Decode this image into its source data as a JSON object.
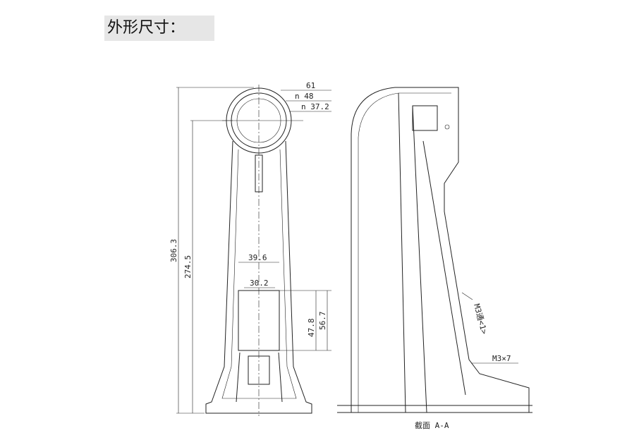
{
  "heading": "外形尺寸：",
  "front_view": {
    "dims": {
      "outer_dia": "61",
      "inner_dia_1": "n 48",
      "inner_dia_2": "n 37.2",
      "total_height": "306.3",
      "height_2": "274.5",
      "width_outer": "39.6",
      "width_inner": "30.2",
      "height_inner": "47.8",
      "height_outer": "56.7"
    }
  },
  "section_view": {
    "thread_1": "M3通<1>",
    "thread_2": "M3×7",
    "caption": "截面  A-A"
  }
}
